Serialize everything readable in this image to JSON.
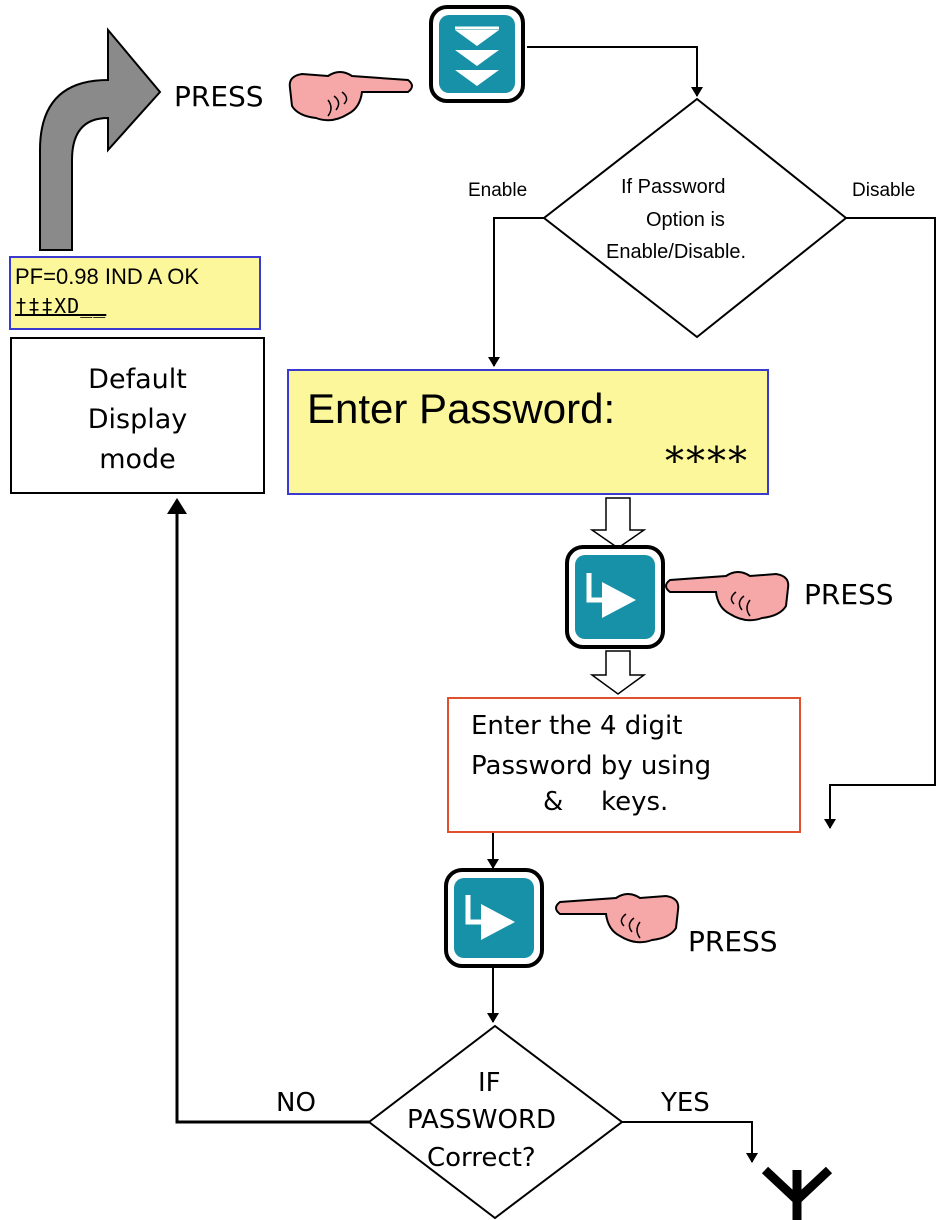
{
  "press_labels": {
    "top": "PRESS",
    "middle": "PRESS",
    "bottom": "PRESS"
  },
  "decision_password_option": {
    "text_lines": [
      "If Password",
      "Option is",
      "Enable/Disable."
    ],
    "left_branch": "Enable",
    "right_branch": "Disable"
  },
  "default_display": {
    "lcd_line1": "PF=0.98 IND A OK",
    "lcd_line2": "†‡‡XD__",
    "label_lines": [
      "Default",
      "Display",
      "mode"
    ]
  },
  "password_screen": {
    "line1": "Enter Password:",
    "line2": "****"
  },
  "instruction": {
    "line1": "Enter the 4 digit",
    "line2": "Password by using",
    "line3_amp": "&",
    "line3_tail": "keys."
  },
  "decision_correct": {
    "text_lines": [
      "IF",
      "PASSWORD",
      "Correct?"
    ],
    "no_label": "NO",
    "yes_label": "YES"
  },
  "icons": {
    "top_button": "scroll-down-button-icon",
    "middle_button": "enter-button-icon",
    "bottom_button": "enter-button-icon",
    "hand": "pointing-hand-icon",
    "big_arrow": "curved-arrow-icon",
    "end": "asterisk-end-icon"
  },
  "colors": {
    "button_fill": "#1791a8",
    "lcd_fill": "#fbf79a",
    "lcd_border": "#3a3ad0",
    "instruction_border": "#e0502a",
    "hand_fill": "#f6a7a7",
    "big_arrow_fill": "#8a8a8a"
  }
}
